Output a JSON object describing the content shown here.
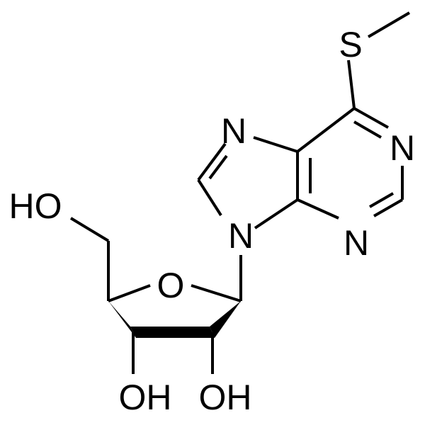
{
  "molecule": {
    "atoms": {
      "S": "S",
      "N1": "N",
      "N3": "N",
      "N7": "N",
      "N9": "N",
      "O_ring": "O",
      "OH_5prime": "HO",
      "OH_3prime": "OH",
      "OH_2prime": "OH"
    }
  },
  "colors": {
    "ink": "#000000",
    "background": "#ffffff"
  }
}
